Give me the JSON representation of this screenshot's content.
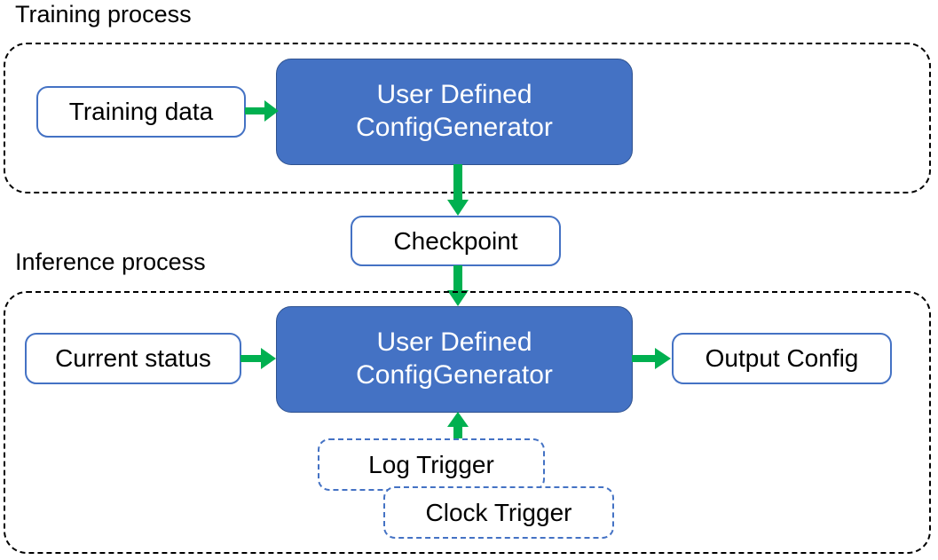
{
  "diagram": {
    "title_training": "Training process",
    "title_inference": "Inference process",
    "accent_blue": "#4472C4",
    "accent_blue_dark": "#2F528F",
    "accent_green": "#00B050",
    "container_border": "#000000",
    "background": "#FFFFFF"
  },
  "training": {
    "title": "Training process",
    "input": {
      "label": "Training data"
    },
    "process": {
      "line1": "User Defined",
      "line2": "ConfigGenerator"
    }
  },
  "checkpoint": {
    "label": "Checkpoint"
  },
  "inference": {
    "title": "Inference process",
    "input": {
      "label": "Current status"
    },
    "process": {
      "line1": "User Defined",
      "line2": "ConfigGenerator"
    },
    "output": {
      "label": "Output Config"
    },
    "triggers": [
      {
        "label": "Log Trigger"
      },
      {
        "label": "Clock Trigger"
      }
    ]
  },
  "arrows": [
    {
      "name": "training-data-to-process",
      "from": "Training data",
      "to": "User Defined ConfigGenerator",
      "direction": "right"
    },
    {
      "name": "process-to-checkpoint",
      "from": "User Defined ConfigGenerator",
      "to": "Checkpoint",
      "direction": "down"
    },
    {
      "name": "checkpoint-to-process",
      "from": "Checkpoint",
      "to": "User Defined ConfigGenerator",
      "direction": "down"
    },
    {
      "name": "status-to-process",
      "from": "Current status",
      "to": "User Defined ConfigGenerator",
      "direction": "right"
    },
    {
      "name": "process-to-output",
      "from": "User Defined ConfigGenerator",
      "to": "Output Config",
      "direction": "right"
    },
    {
      "name": "trigger-to-process",
      "from": "Log Trigger / Clock Trigger",
      "to": "User Defined ConfigGenerator",
      "direction": "up"
    }
  ]
}
